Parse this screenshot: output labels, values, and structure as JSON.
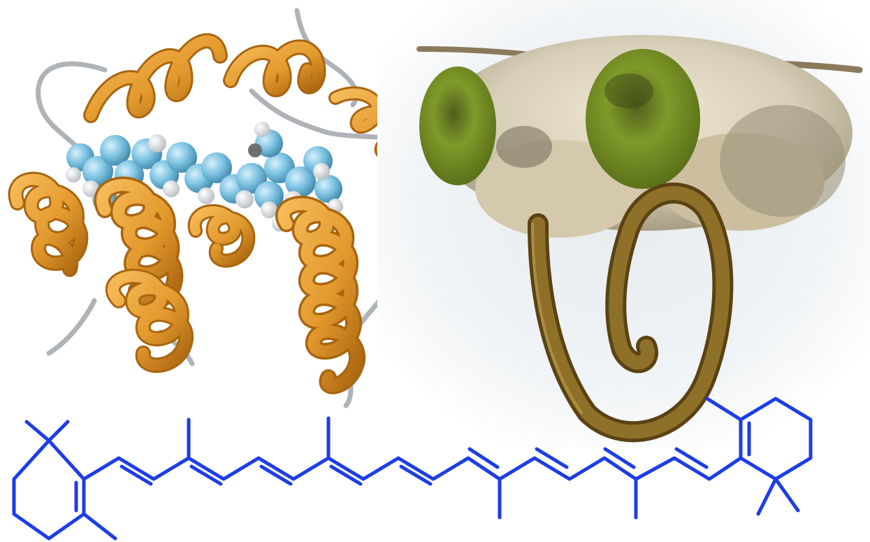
{
  "figure": {
    "panels": [
      {
        "id": "protein",
        "depiction": "ribbon-protein-with-space-filling-ligand"
      },
      {
        "id": "moth",
        "depiction": "moth-head-with-coiled-proboscis"
      },
      {
        "id": "molecule",
        "depiction": "carotenoid-skeletal-formula"
      }
    ]
  },
  "colors": {
    "ribbon": "#e39a2e",
    "ribbon_dark": "#b36d12",
    "loop": "#aeb3b8",
    "ligand_carbon": "#7fc4e3",
    "ligand_hydrogen": "#f4f4f4",
    "moth_eye": "#7f9a2a",
    "moth_fur": "#d8cfb8",
    "proboscis": "#7a5d1e",
    "molecule": "#1d3de6"
  }
}
